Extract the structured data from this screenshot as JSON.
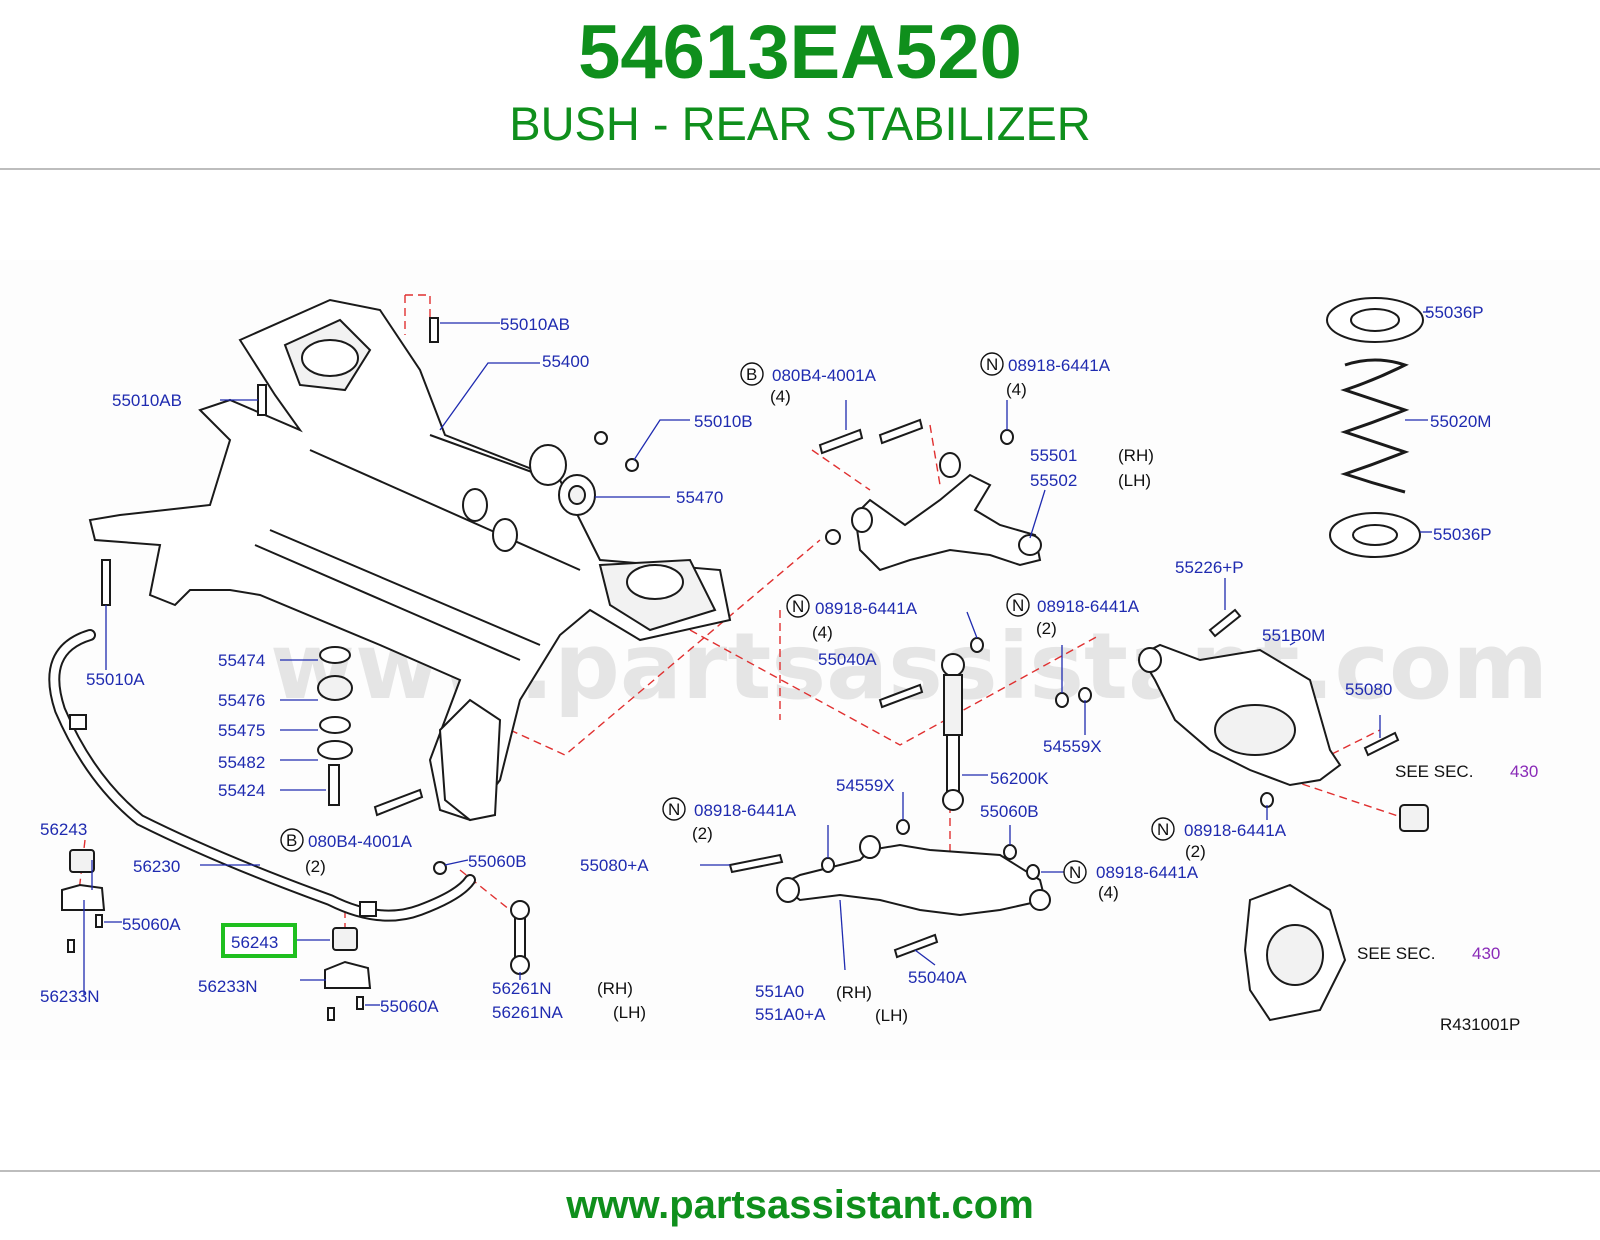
{
  "header": {
    "part_number": "54613EA520",
    "part_title": "BUSH - REAR STABILIZER"
  },
  "watermark": "www.partsassistant.com",
  "footer": {
    "url": "www.partsassistant.com"
  },
  "diagram_code": "R431001P",
  "highlight_color": "#1fbf1f",
  "brand_color": "#0f8f1c",
  "callout_color": "#1f2bb0",
  "labels": {
    "l55010AB_top": "55010AB",
    "l55400": "55400",
    "l55010AB_left": "55010AB",
    "l55010B": "55010B",
    "l55470": "55470",
    "l55010A": "55010A",
    "l55474": "55474",
    "l55476": "55476",
    "l55475": "55475",
    "l55482": "55482",
    "l55424": "55424",
    "l56243_top": "56243",
    "l56230": "56230",
    "l55060A_left": "55060A",
    "l56243_hl": "56243",
    "l56233N_left": "56233N",
    "l56233N": "56233N",
    "l55060A": "55060A",
    "l080B4_bottom": "080B4-4001A",
    "l55060B_left": "55060B",
    "l56261N": "56261N",
    "l56261NA": "56261NA",
    "l080B4_top": "080B4-4001A",
    "l08918_top": "08918-6441A",
    "l55501": "55501",
    "l55502": "55502",
    "l08918_mid_left": "08918-6441A",
    "l55040A_top": "55040A",
    "l08918_mid": "08918-6441A",
    "l54559X_right": "54559X",
    "l56200K": "56200K",
    "l54559X": "54559X",
    "l55060B": "55060B",
    "l08918_lower_left": "08918-6441A",
    "l55080A": "55080+A",
    "l08918_lower_right": "08918-6441A",
    "l551A0": "551A0",
    "l551A0A": "551A0+A",
    "l55040A_bottom": "55040A",
    "l55036P_top": "55036P",
    "l55020M": "55020M",
    "l55036P_bottom": "55036P",
    "l55226P": "55226+P",
    "l551B0M": "551B0M",
    "l55080": "55080",
    "l08918_right": "08918-6441A"
  },
  "qualifiers": {
    "q4_b_top": "(4)",
    "q4_n_top": "(4)",
    "q2_b_bottom": "(2)",
    "q4_n_mid_left": "(4)",
    "q2_n_mid": "(2)",
    "q2_n_lower_left": "(2)",
    "q4_n_lower_right": "(4)",
    "q2_n_right": "(2)",
    "rh_55501": "(RH)",
    "lh_55502": "(LH)",
    "rh_56261N": "(RH)",
    "lh_56261NA": "(LH)",
    "rh_551A0": "(RH)",
    "lh_551A0A": "(LH)"
  },
  "symbols": {
    "b": "B",
    "n": "N"
  },
  "see_sections": {
    "see_text_1": "SEE   SEC.",
    "sec_num_1": "430",
    "see_text_2": "SEE   SEC.",
    "sec_num_2": "430"
  }
}
